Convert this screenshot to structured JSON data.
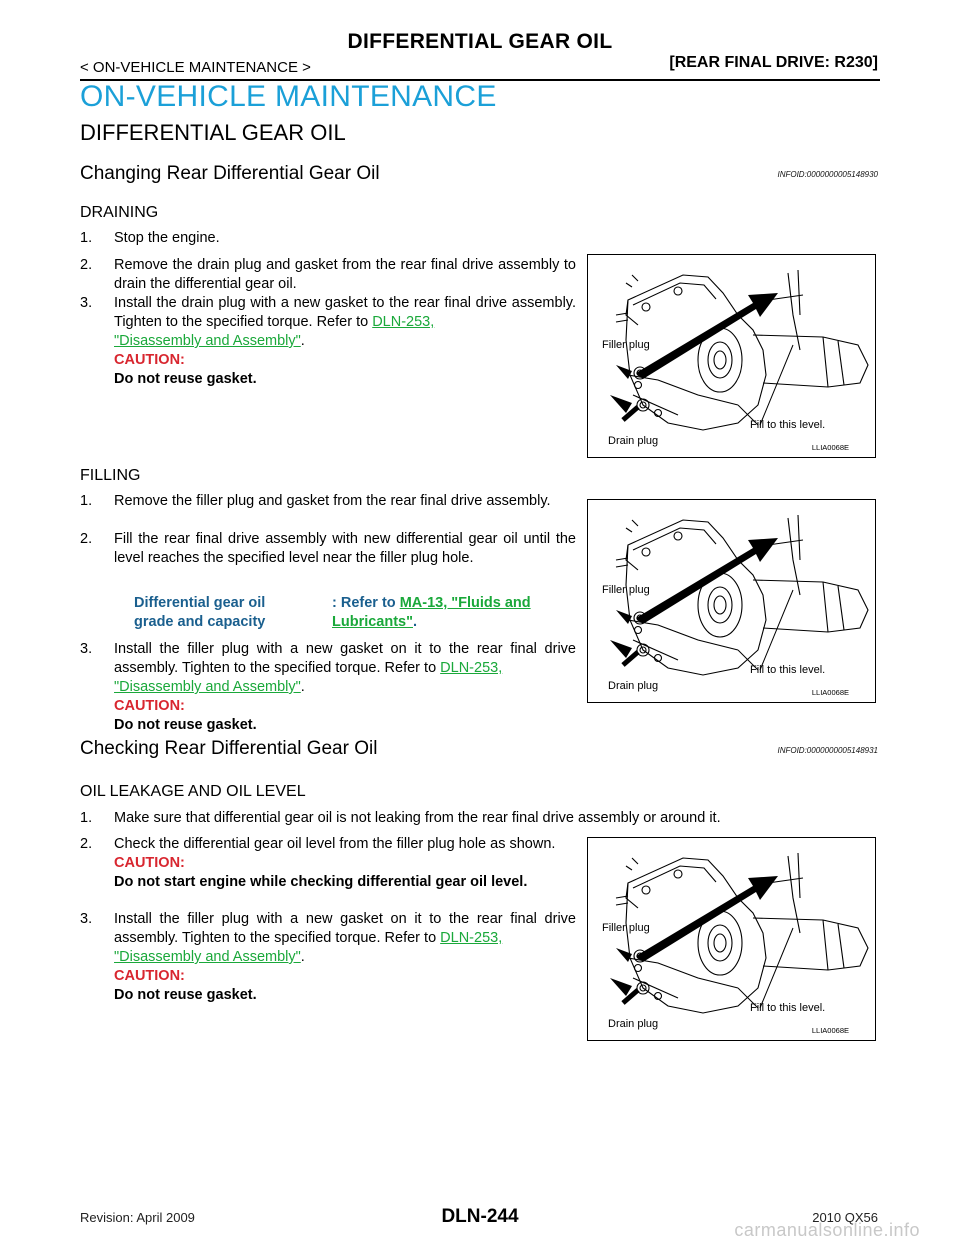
{
  "header": {
    "title": "DIFFERENTIAL GEAR OIL",
    "left": "< ON-VEHICLE MAINTENANCE >",
    "right": "[REAR FINAL DRIVE: R230]"
  },
  "section_title": "ON-VEHICLE MAINTENANCE",
  "subsection_title": "DIFFERENTIAL GEAR OIL",
  "changing": {
    "title": "Changing Rear Differential Gear Oil",
    "infoid": "INFOID:0000000005148930",
    "draining": {
      "heading": "DRAINING",
      "step1": "Stop the engine.",
      "step2": "Remove the drain plug and gasket from the rear final drive assembly to drain the differential gear oil.",
      "step3_text": "Install the drain plug with a new gasket to the rear final drive assembly. Tighten to the specified torque. Refer to",
      "step3_link_a": "DLN-253,",
      "step3_link_b": "\"Disassembly and Assembly\"",
      "caution": "CAUTION:",
      "caution_text": "Do not reuse gasket."
    },
    "filling": {
      "heading": "FILLING",
      "step1": "Remove the filler plug and gasket from the rear final drive assembly.",
      "step2": "Fill the rear final drive assembly with new differential gear oil until the level reaches the specified level near the filler plug hole.",
      "spec_label_a": "Differential gear oil",
      "spec_label_b": "grade and capacity",
      "spec_refer": ": Refer to",
      "spec_link_a": "MA-13, \"Fluids and",
      "spec_link_b": "Lubricants\"",
      "step3_text": "Install the filler plug with a new gasket on it to the rear final drive assembly. Tighten to the specified torque. Refer to",
      "step3_link_a": "DLN-253,",
      "step3_link_b": "\"Disassembly and Assembly\"",
      "caution": "CAUTION:",
      "caution_text": "Do not reuse gasket."
    }
  },
  "checking": {
    "title": "Checking Rear Differential Gear Oil",
    "infoid": "INFOID:0000000005148931",
    "heading": "OIL LEAKAGE AND OIL LEVEL",
    "step1": "Make sure that differential gear oil is not leaking from the rear final drive assembly or around it.",
    "step2": "Check the differential gear oil level from the filler plug hole as shown.",
    "caution2": "CAUTION:",
    "caution2_text": "Do not start engine while checking differential gear oil level.",
    "step3_text": "Install the filler plug with a new gasket on it to the rear final drive assembly. Tighten to the specified torque. Refer to",
    "step3_link_a": "DLN-253,",
    "step3_link_b": "\"Disassembly and Assembly\"",
    "caution3": "CAUTION:",
    "caution3_text": "Do not reuse gasket."
  },
  "figures": [
    {
      "filler": "Filler plug",
      "drain": "Drain plug",
      "fill": "Fill to this level.",
      "code": "LLIA0068E"
    },
    {
      "filler": "Filler plug",
      "drain": "Drain plug",
      "fill": "Fill to this level.",
      "code": "LLIA0068E"
    },
    {
      "filler": "Filler plug",
      "drain": "Drain plug",
      "fill": "Fill to this level.",
      "code": "LLIA0068E"
    }
  ],
  "footer": {
    "page": "DLN-244",
    "revision": "Revision: April 2009",
    "model": "2010 QX56",
    "watermark": "carmanualsonline.info"
  },
  "colors": {
    "section_title": "#1ba0d8",
    "link": "#1aa83a",
    "caution": "#d8262f",
    "spec": "#1a5f8e"
  }
}
